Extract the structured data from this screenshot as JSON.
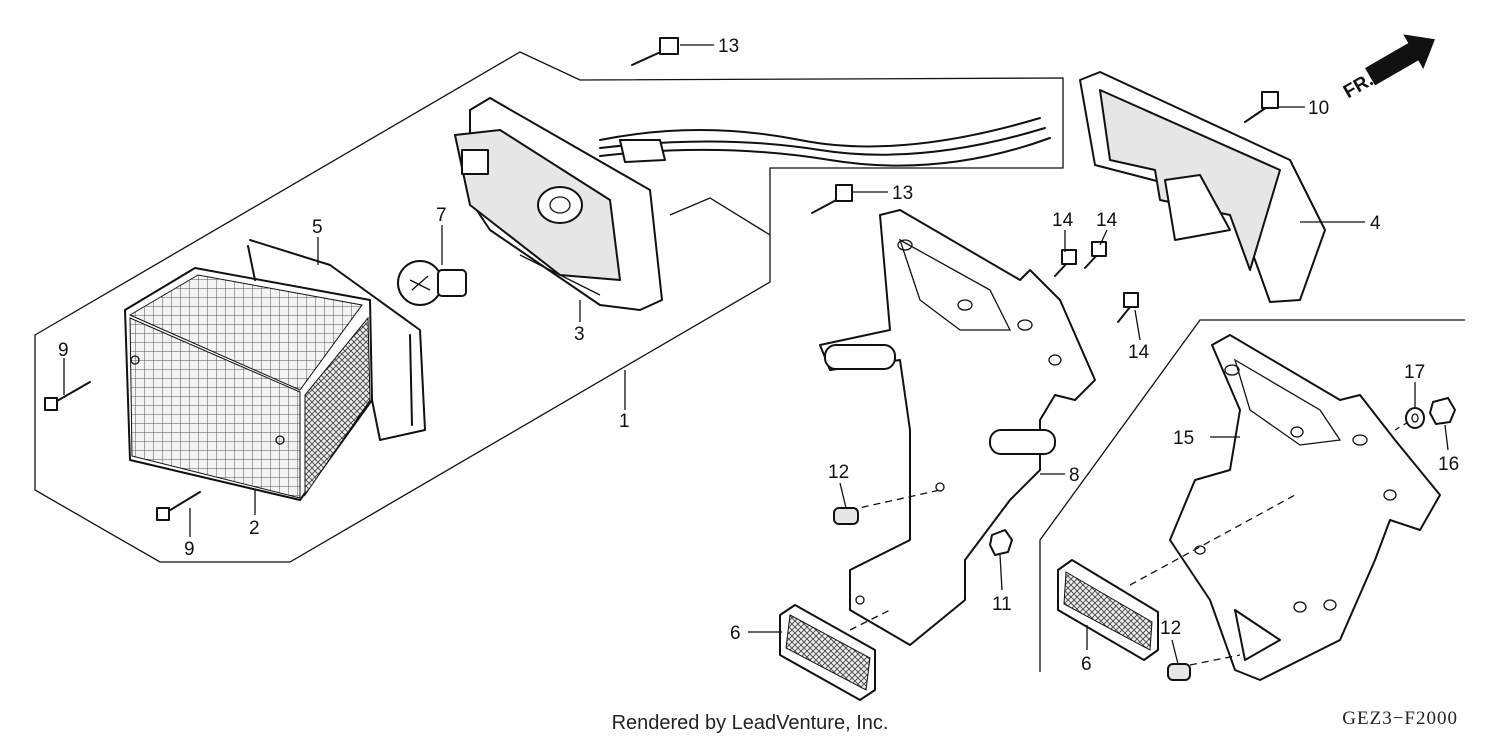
{
  "diagram": {
    "fr_mark": "FR.",
    "callouts": [
      "1",
      "2",
      "3",
      "4",
      "5",
      "6",
      "6",
      "7",
      "8",
      "9",
      "9",
      "10",
      "11",
      "12",
      "12",
      "13",
      "13",
      "14",
      "14",
      "14",
      "15",
      "16",
      "17"
    ]
  },
  "footer": {
    "credit": "Rendered by LeadVenture, Inc.",
    "code": "GEZ3−F2000"
  }
}
